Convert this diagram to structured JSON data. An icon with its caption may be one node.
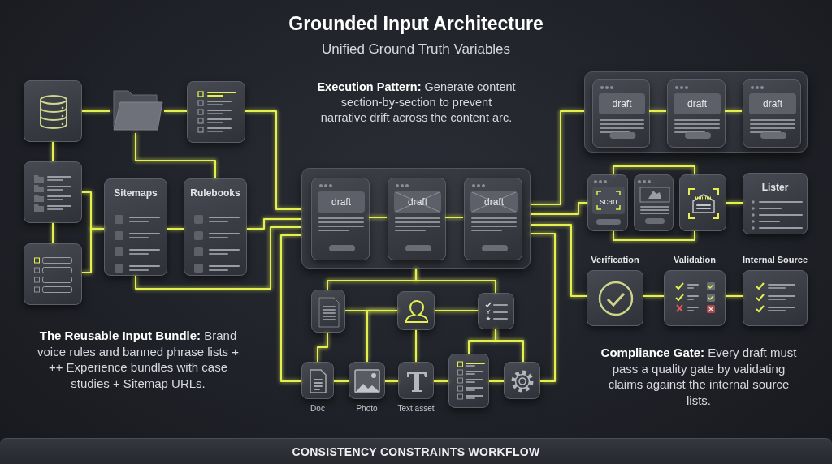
{
  "diagram": {
    "title": "Grounded Input Architecture",
    "nodes": [
      {
        "text": [],
        "shape": "box"
      },
      {
        "text": [],
        "shape": "folder"
      },
      {
        "text": [],
        "shape": "box"
      },
      {
        "text": [],
        "shape": "box"
      },
      {
        "text": [],
        "shape": "box"
      },
      {
        "text": [
          "Sitemaps"
        ]
      },
      {
        "text": [
          "Rulebooks"
        ]
      },
      {
        "text": [],
        "shape": "box"
      },
      {
        "text": [
          "draft"
        ],
        "in": 7
      },
      {
        "text": [
          "draft"
        ],
        "in": 7
      },
      {
        "text": [
          "draft"
        ],
        "in": 7
      },
      {
        "text": [],
        "shape": "box"
      },
      {
        "text": [],
        "shape": "box"
      },
      {
        "text": [],
        "shape": "box"
      },
      {
        "text": [],
        "shape": "box",
        "beside": [
          "Doc"
        ]
      },
      {
        "text": [],
        "shape": "box",
        "beside": [
          "Photo"
        ]
      },
      {
        "text": [],
        "shape": "box",
        "beside": [
          "Text asset"
        ]
      },
      {
        "text": [],
        "shape": "box"
      },
      {
        "text": [],
        "shape": "box"
      },
      {
        "text": [],
        "shape": "box"
      },
      {
        "text": [
          "draft"
        ],
        "in": 19
      },
      {
        "text": [
          "draft"
        ],
        "in": 19
      },
      {
        "text": [
          "draft"
        ],
        "in": 19
      },
      {
        "text": [
          "scan"
        ]
      },
      {
        "text": [],
        "shape": "box"
      },
      {
        "text": [],
        "shape": "box"
      },
      {
        "text": [
          "Lister"
        ]
      },
      {
        "text": [
          "Verification"
        ]
      },
      {
        "text": [
          "Validation"
        ]
      },
      {
        "text": [
          "Internal Source"
        ]
      }
    ],
    "edges": [
      {
        "from": 0,
        "to": 1,
        "arrow": "none"
      },
      {
        "from": 1,
        "to": 2,
        "arrow": "none"
      },
      {
        "from": 0,
        "to": 3,
        "arrow": "none"
      },
      {
        "from": 3,
        "to": 4,
        "arrow": "none"
      },
      {
        "from": 3,
        "to": 5,
        "arrow": "none"
      },
      {
        "from": 4,
        "to": 5,
        "arrow": "none"
      },
      {
        "from": 1,
        "to": 6,
        "arrow": "none"
      },
      {
        "from": 5,
        "to": 6,
        "arrow": "none"
      },
      {
        "from": 2,
        "to": 7,
        "arrow": "none"
      },
      {
        "from": 6,
        "to": 7,
        "arrow": "none"
      },
      {
        "from": 5,
        "to": 7,
        "arrow": "none"
      },
      {
        "from": 7,
        "to": 14,
        "arrow": "none"
      },
      {
        "from": 8,
        "to": 9,
        "arrow": "none"
      },
      {
        "from": 9,
        "to": 10,
        "arrow": "none"
      },
      {
        "from": 7,
        "to": 19,
        "arrow": "none"
      },
      {
        "from": 7,
        "to": 23,
        "arrow": "none"
      },
      {
        "from": 7,
        "to": 27,
        "arrow": "none"
      },
      {
        "from": 18,
        "to": 7,
        "arrow": "none"
      },
      {
        "from": 20,
        "to": 21,
        "arrow": "none"
      },
      {
        "from": 21,
        "to": 22,
        "arrow": "none"
      },
      {
        "from": 23,
        "to": 25,
        "arrow": "none"
      },
      {
        "from": 23,
        "to": 25,
        "arrow": "none"
      },
      {
        "from": 25,
        "to": 26,
        "arrow": "none"
      },
      {
        "from": 27,
        "to": 28,
        "arrow": "none"
      },
      {
        "from": 28,
        "to": 29,
        "arrow": "none"
      },
      {
        "from": 7,
        "to": 11,
        "arrow": "none"
      },
      {
        "from": 7,
        "to": 13,
        "arrow": "none"
      },
      {
        "from": 11,
        "to": 12,
        "arrow": "none"
      },
      {
        "from": 12,
        "to": 13,
        "arrow": "none"
      },
      {
        "from": 12,
        "to": 15,
        "arrow": "none"
      },
      {
        "from": 12,
        "to": 16,
        "arrow": "none"
      },
      {
        "from": 11,
        "to": 14,
        "arrow": "none"
      },
      {
        "from": 13,
        "to": 17,
        "arrow": "none"
      },
      {
        "from": 13,
        "to": 18,
        "arrow": "none"
      },
      {
        "from": 14,
        "to": 15,
        "arrow": "none"
      },
      {
        "from": 15,
        "to": 16,
        "arrow": "none"
      },
      {
        "from": 16,
        "to": 17,
        "arrow": "none"
      },
      {
        "from": 17,
        "to": 18,
        "arrow": "none"
      }
    ],
    "labels": [
      "Unified Ground Truth Variables",
      "**Execution Pattern:** Generate content section-by-section to prevent narrative drift across the content arc.",
      "**The Reusable Input Bundle:** Brand voice rules and banned phrase lists + ++ Experience bundles with case studies + Sitemap URLs.",
      "**Compliance Gate:** Every draft must pass a quality gate by validating claims against the internal source lists.",
      "CONSISTENCY CONSTRAINTS WORKFLOW"
    ]
  }
}
